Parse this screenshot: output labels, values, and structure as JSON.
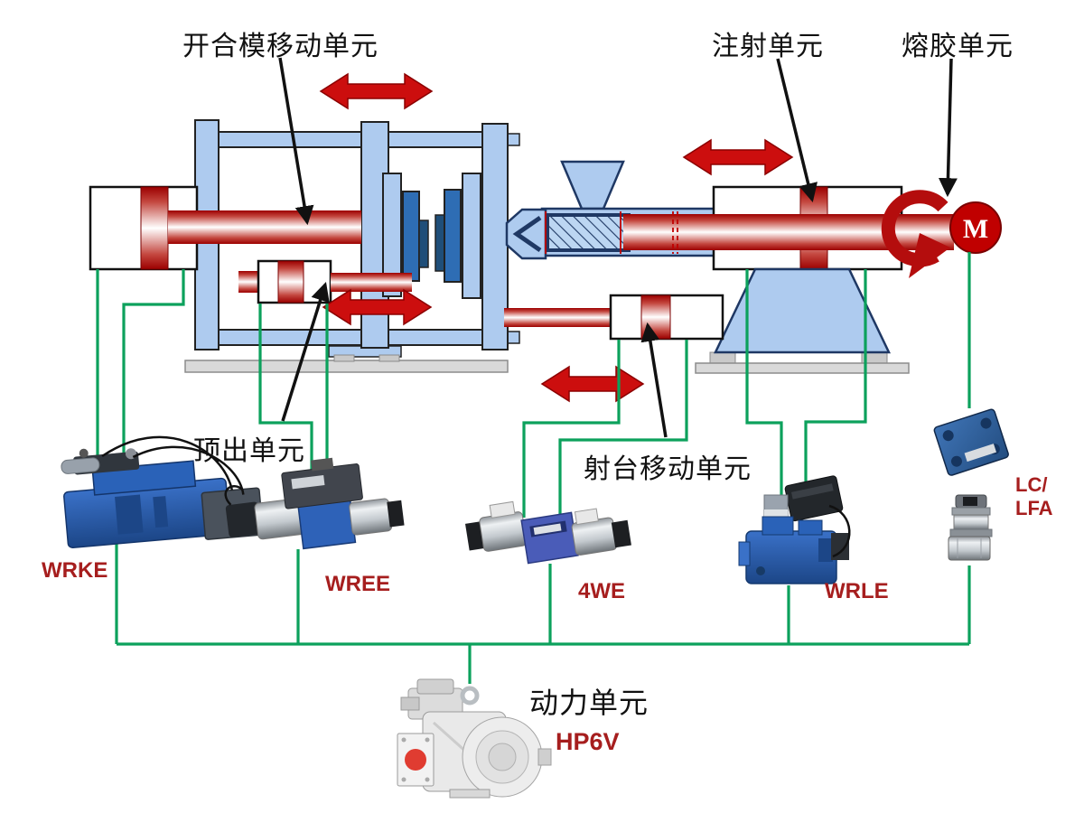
{
  "diagram_title": "injection molding machine hydraulic units schematic",
  "labels": {
    "clamp_unit": "开合模移动单元",
    "injection_unit": "注射单元",
    "melt_unit": "熔胶单元",
    "ejector_unit": "顶出单元",
    "carriage_unit": "射台移动单元",
    "power_unit": "动力单元"
  },
  "products": {
    "wrke": "WRKE",
    "wree": "WREE",
    "we4": "4WE",
    "wrle": "WRLE",
    "lc_lfa_line1": "LC/",
    "lc_lfa_line2": "LFA",
    "hp6v": "HP6V"
  },
  "motor": {
    "label": "M"
  },
  "colors": {
    "machine_light_blue": "#aecbef",
    "mold_dark_blue": "#2e6db4",
    "outline_navy": "#1f3864",
    "movement_arrow_red": "#cc0e0e",
    "rod_dark_red": "#9c0000",
    "hydraulic_line_green": "#0ca15c",
    "product_label_red": "#a61e1e",
    "motor_red": "#c00000",
    "base_gray": "#d9d9d9"
  }
}
